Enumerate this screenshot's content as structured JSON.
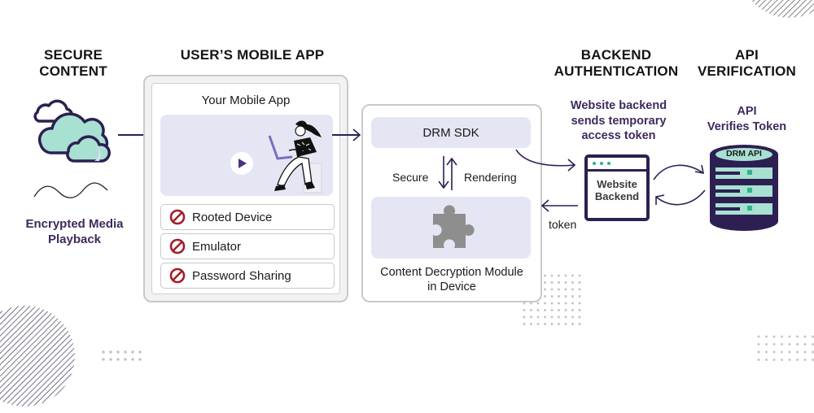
{
  "columns": {
    "secure_content": {
      "heading_line1": "SECURE",
      "heading_line2": "CONTENT",
      "caption_line1": "Encrypted Media",
      "caption_line2": "Playback"
    },
    "mobile_app": {
      "heading": "USER’S MOBILE APP",
      "panel_title": "Your Mobile App",
      "blocked_items": [
        {
          "label": "Rooted Device",
          "icon": "prohibited-icon"
        },
        {
          "label": "Emulator",
          "icon": "prohibited-icon"
        },
        {
          "label": "Password Sharing",
          "icon": "prohibited-icon"
        }
      ]
    },
    "device": {
      "sdk_label": "DRM SDK",
      "flow_left": "Secure",
      "flow_right": "Rendering",
      "cdm_line1": "Content Decryption Module",
      "cdm_line2": "in Device"
    },
    "backend": {
      "heading_line1": "BACKEND",
      "heading_line2": "AUTHENTICATION",
      "desc_line1": "Website backend",
      "desc_line2": "sends temporary",
      "desc_line3": "access token",
      "box_line1": "Website",
      "box_line2": "Backend",
      "token_label": "token"
    },
    "api": {
      "heading_line1": "API",
      "heading_line2": "VERIFICATION",
      "desc_line1": "API",
      "desc_line2": "Verifies Token",
      "db_label": "DRM API"
    }
  },
  "colors": {
    "accent_purple": "#3d2a5e",
    "mint": "#a8e0d2",
    "block_red": "#a51c2a",
    "panel_fill": "#e5e6f3",
    "indicator_green": "#2fb48c"
  }
}
